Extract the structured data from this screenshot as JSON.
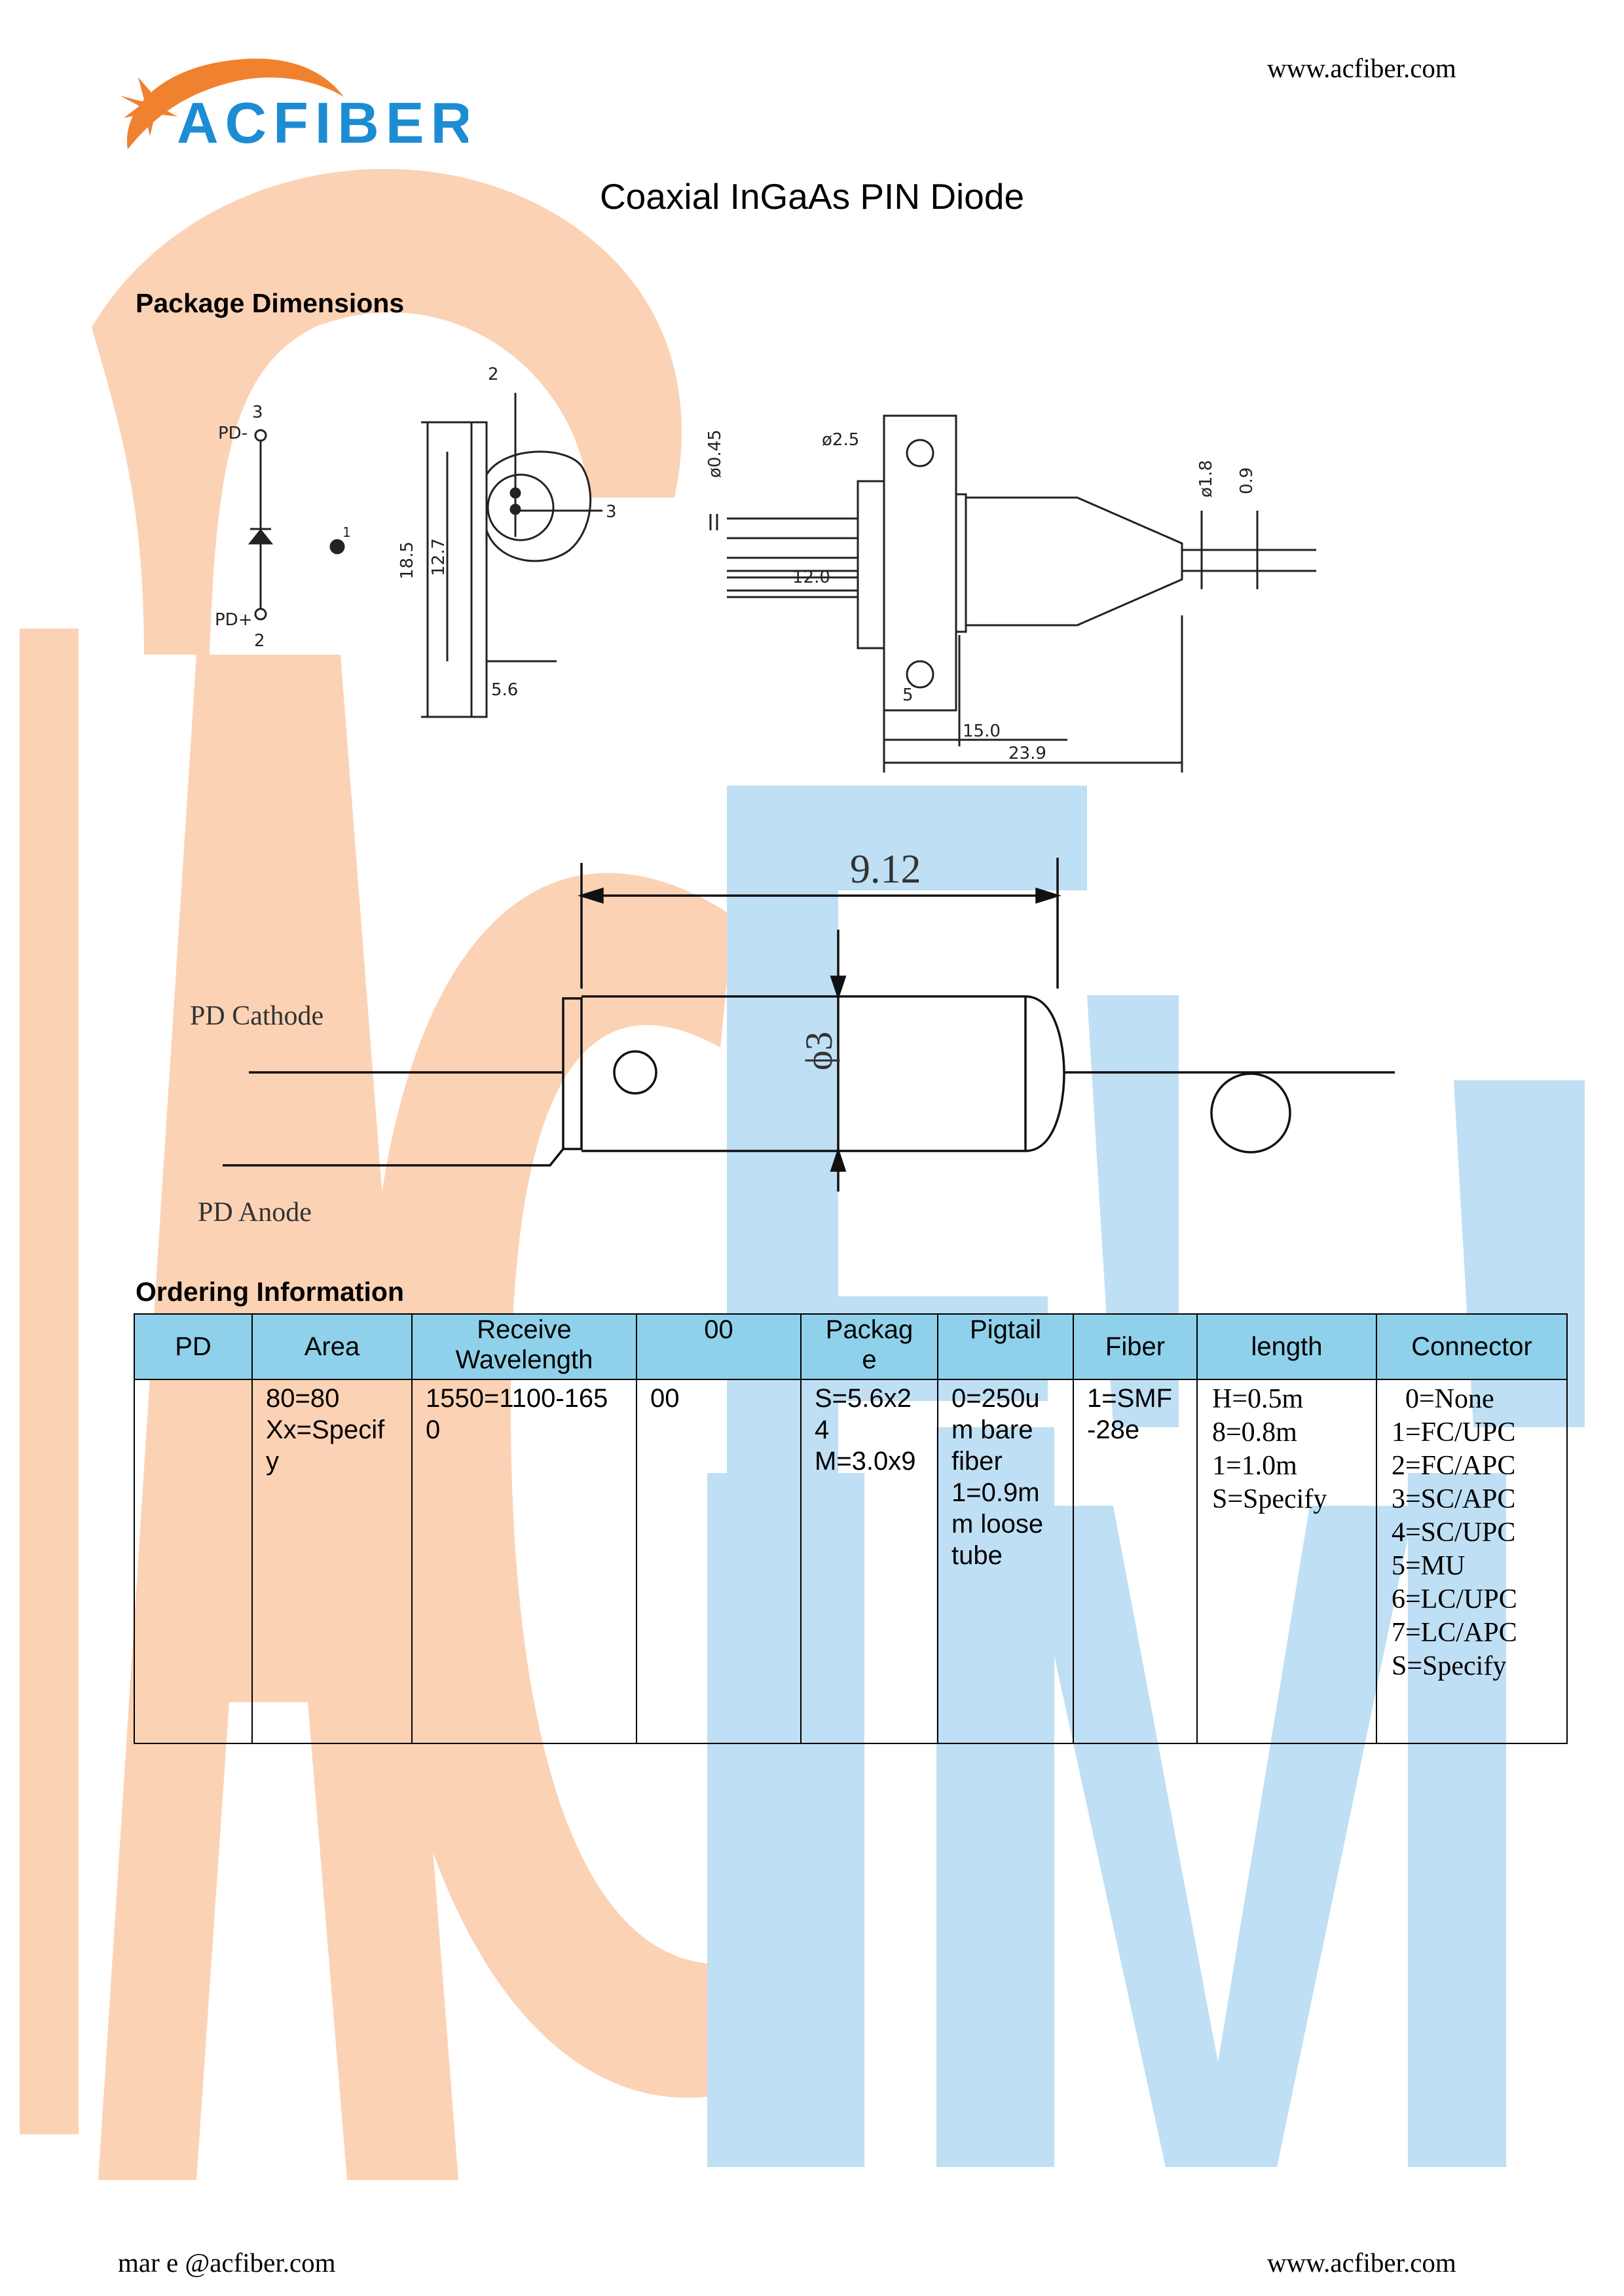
{
  "header": {
    "brand": "ACFIBER",
    "website": "www.acfiber.com"
  },
  "title": "Coaxial InGaAs PIN Diode",
  "sections": {
    "package_dimensions": "Package Dimensions",
    "ordering_information": "Ordering Information"
  },
  "drawing1": {
    "pd_minus": "PD-",
    "pd_plus": "PD+",
    "pin3": "3",
    "pin2": "2",
    "pin1": "1",
    "top_pin": "2",
    "side_pin": "3",
    "dim_18_5": "18.5",
    "dim_12_7": "12.7",
    "dim_5_6": "5.6",
    "dim_0_45": "ø0.45",
    "dim_2_5": "ø2.5",
    "dim_12_0": "12.0",
    "dim_1_8": "ø1.8",
    "dim_0_9": "0.9",
    "dim_5": "5",
    "dim_15_0": "15.0",
    "dim_23_9": "23.9"
  },
  "drawing2": {
    "length": "9.12",
    "diameter": "ϕ3",
    "cathode": "PD Cathode",
    "anode": "PD Anode"
  },
  "table": {
    "headers": [
      "PD",
      "Area",
      "Receive\nWavelength",
      "00",
      "Packag\ne",
      "Pigtail",
      "Fiber",
      "length",
      "Connector"
    ],
    "row": [
      "",
      "80=80\nXx=Specif\ny",
      "1550=1100-165\n0",
      "00",
      "S=5.6x2\n4\nM=3.0x9",
      "0=250u\nm bare\nfiber\n1=0.9m\nm loose\ntube",
      "1=SMF\n-28e",
      "H=0.5m\n8=0.8m\n1=1.0m\nS=Specify",
      "  0=None\n1=FC/UPC\n2=FC/APC\n3=SC/APC\n4=SC/UPC\n5=MU\n6=LC/UPC\n7=LC/APC\nS=Specify"
    ]
  },
  "footer": {
    "email": "mar e @acfiber.com",
    "website": "www.acfiber.com"
  },
  "colors": {
    "watermark_orange": "#fcd2b5",
    "watermark_blue": "#bfdff4",
    "brand_blue": "#1c8cd3",
    "brand_orange": "#f0812f",
    "table_header": "#8fd1ea"
  }
}
